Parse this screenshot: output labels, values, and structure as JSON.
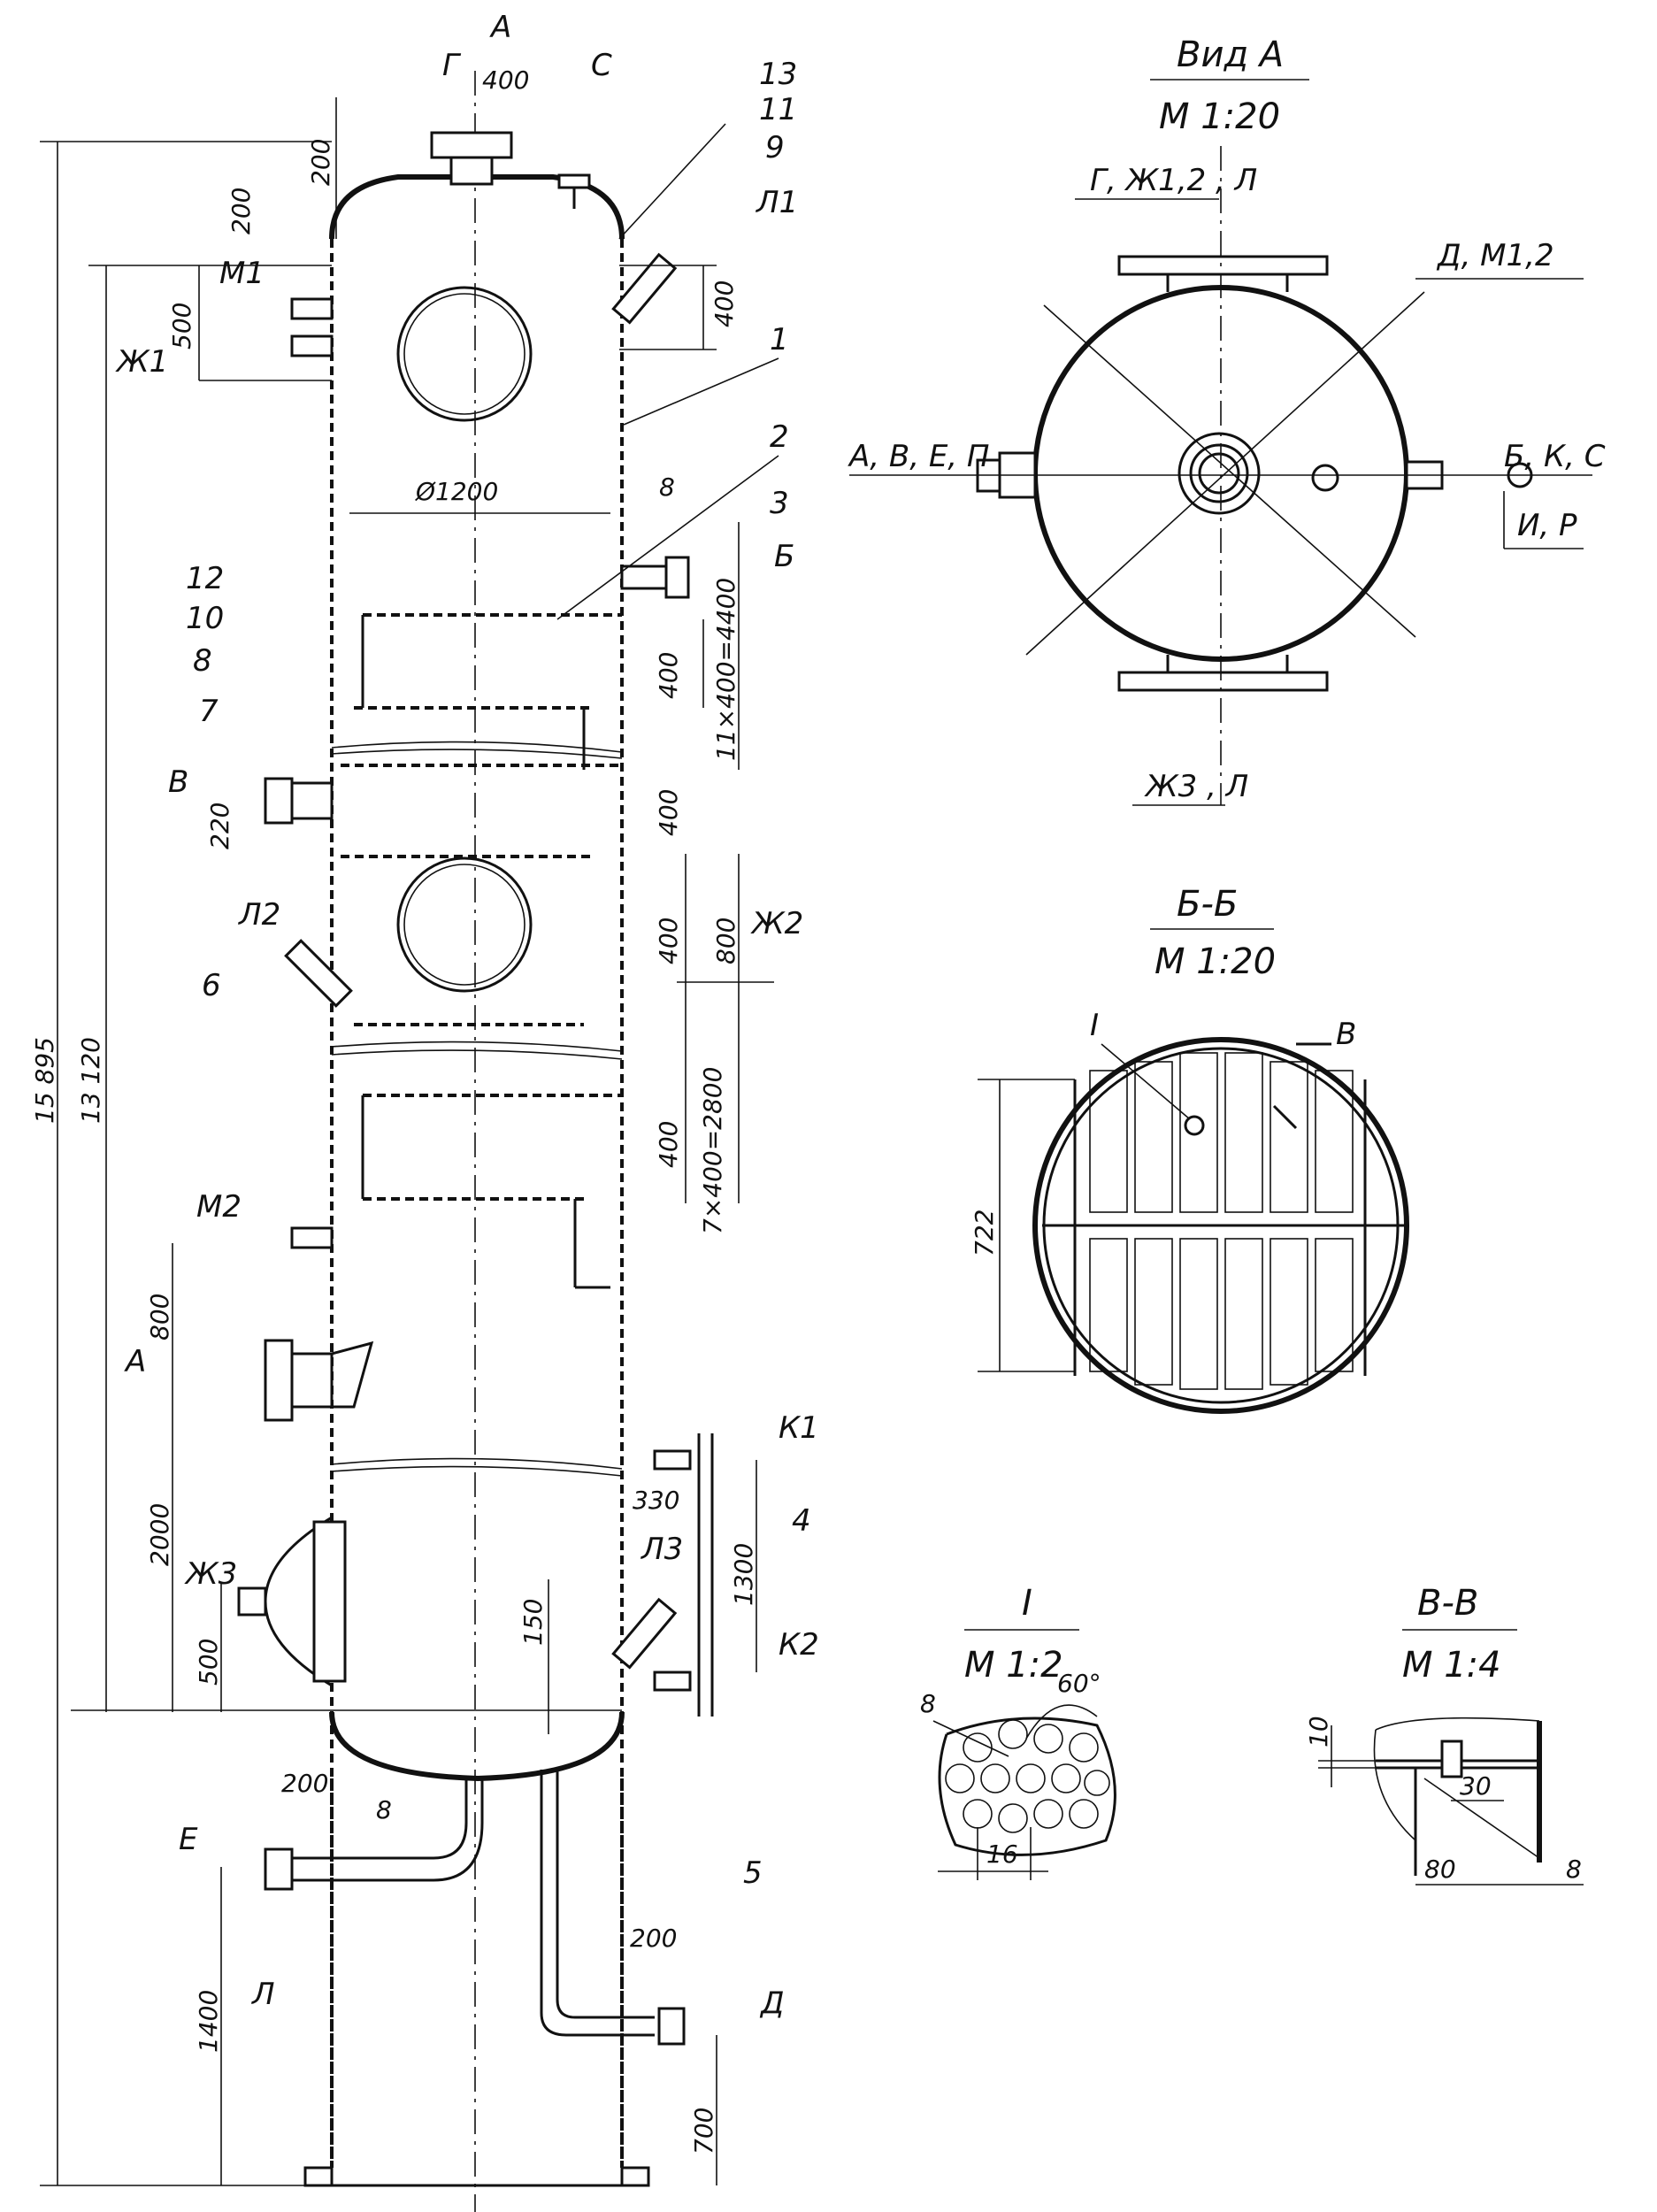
{
  "views": {
    "view_a": {
      "title": "Вид А",
      "scale": "М 1:20"
    },
    "section_bb": {
      "title": "Б-Б",
      "scale": "М 1:20"
    },
    "detail_i": {
      "title": "I",
      "scale": "М 1:2"
    },
    "section_vv": {
      "title": "В-В",
      "scale": "М 1:4"
    }
  },
  "main_view": {
    "dims": {
      "overall_height": "15 895",
      "height_13120": "13 120",
      "top_200": "200",
      "top_400": "400",
      "nozzle_200": "200",
      "d500": "500",
      "d400_top": "400",
      "diameter": "Ø1200",
      "wall_8": "8",
      "tray_400": "400",
      "tray_series_11": "11×400=4400",
      "d400_a": "400",
      "d220": "220",
      "d400_b": "400",
      "d800": "800",
      "tray_series_7": "7×400=2800",
      "d400_c": "400",
      "d800_low": "800",
      "d2000": "2000",
      "d500_low": "500",
      "d330": "330",
      "d150": "150",
      "d1300": "1300",
      "d200_low": "200",
      "bottom_8": "8",
      "d1400": "1400",
      "d200_drain": "200",
      "d700": "700"
    },
    "nozzles": {
      "A_top": "А",
      "G": "Г",
      "S": "С",
      "M1": "М1",
      "ZH1": "Ж1",
      "L1": "Л1",
      "B_right": "Б",
      "V": "В",
      "L2": "Л2",
      "ZH2": "Ж2",
      "M2": "М2",
      "A_mid": "А",
      "K1": "К1",
      "ZH3": "Ж3",
      "L3": "Л3",
      "K2": "К2",
      "E": "Е",
      "L_bottom": "Л",
      "D": "Д"
    },
    "item_numbers": [
      "13",
      "11",
      "9",
      "1",
      "2",
      "3",
      "12",
      "10",
      "8",
      "7",
      "6",
      "4",
      "5"
    ]
  },
  "view_a_labels": {
    "top": "Г, Ж1,2 , Л",
    "top_right": "Д, М1,2",
    "left": "А, В, Е, П",
    "right": "Б, К, С",
    "right_low": "И, Р",
    "bottom": "Ж3 , Л"
  },
  "section_bb_labels": {
    "detail": "I",
    "cut": "В",
    "dim": "722"
  },
  "detail_i_labels": {
    "holes": "8",
    "angle": "60°",
    "pitch": "16"
  },
  "section_vv_labels": {
    "d10": "10",
    "d30": "30",
    "d80": "80",
    "d8": "8"
  }
}
